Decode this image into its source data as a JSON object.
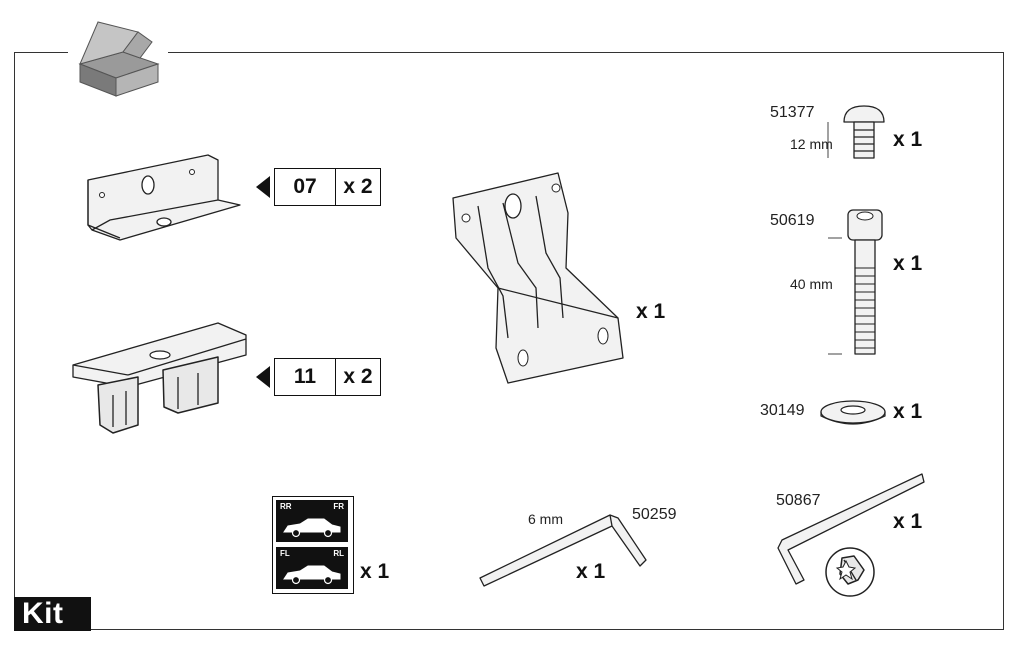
{
  "title": "Kit",
  "parts": {
    "bracket": {
      "code": "07",
      "qty": "x 2"
    },
    "pad": {
      "code": "11",
      "qty": "x 2"
    },
    "plate": {
      "qty": "x 1"
    },
    "stickers": {
      "qty": "x 1",
      "labels": [
        "RR",
        "FR",
        "FL",
        "RL"
      ]
    },
    "hex_key_small": {
      "part_no": "50259",
      "size": "6 mm",
      "qty": "x 1"
    },
    "hex_key_torx": {
      "part_no": "50867",
      "qty": "x 1"
    },
    "bolt_short": {
      "part_no": "51377",
      "length": "12 mm",
      "qty": "x 1"
    },
    "bolt_long": {
      "part_no": "50619",
      "length": "40 mm",
      "qty": "x 1"
    },
    "washer": {
      "part_no": "30149",
      "qty": "x 1"
    }
  },
  "icons": [
    "box-icon",
    "pointer-triangle-icon",
    "car-icon",
    "torx-bit-icon"
  ]
}
